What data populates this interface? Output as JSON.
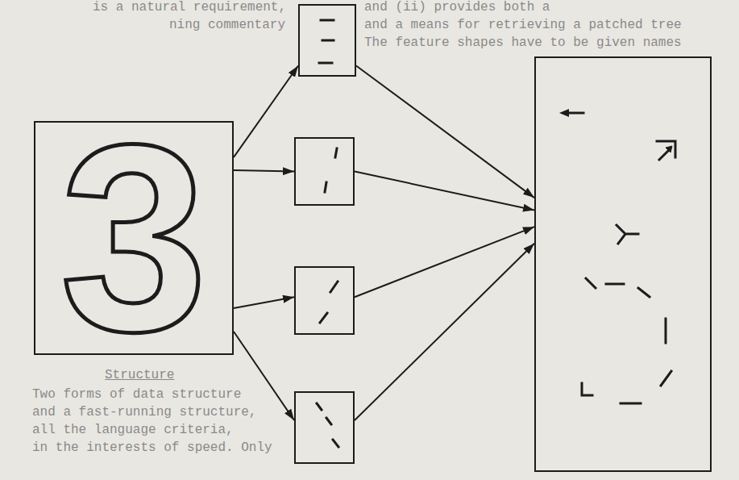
{
  "diagram": {
    "nodes": [
      {
        "text": [
          "3"
        ]
      },
      {
        "text": []
      },
      {
        "text": []
      },
      {
        "text": []
      },
      {
        "text": []
      },
      {
        "text": []
      }
    ],
    "edges": [
      {
        "from": 0,
        "to": 1,
        "arrow": "to"
      },
      {
        "from": 0,
        "to": 2,
        "arrow": "to"
      },
      {
        "from": 0,
        "to": 3,
        "arrow": "to"
      },
      {
        "from": 0,
        "to": 4,
        "arrow": "to"
      },
      {
        "from": 1,
        "to": 5,
        "arrow": "to"
      },
      {
        "from": 2,
        "to": 5,
        "arrow": "to"
      },
      {
        "from": 3,
        "to": 5,
        "arrow": "to"
      },
      {
        "from": 4,
        "to": 5,
        "arrow": "to"
      }
    ],
    "labels": [
      "is a natural requirement,",
      "and (ii) provides both a",
      "ning commentary",
      "and a means for retrieving a patched tree",
      "The feature shapes have to be given names",
      "Structure",
      "Two forms of data structure",
      "and a fast-running structure,",
      "all the language criteria,",
      "in the interests of speed. Only"
    ]
  }
}
